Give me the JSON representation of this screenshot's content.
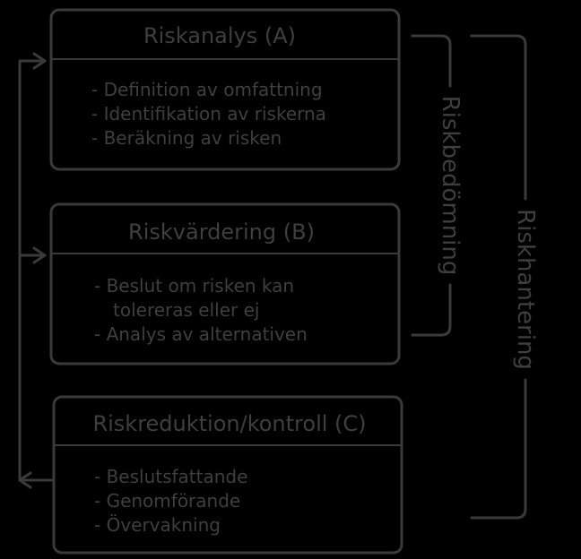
{
  "boxes": {
    "a": {
      "title": "Riskanalys (A)",
      "items": [
        "- Definition av omfattning",
        "- Identifikation av riskerna",
        "- Beräkning av risken"
      ]
    },
    "b": {
      "title": "Riskvärdering (B)",
      "items": [
        "- Beslut om risken kan",
        "tolereras eller ej",
        "- Analys av alternativen"
      ]
    },
    "c": {
      "title": "Riskreduktion/kontroll (C)",
      "items": [
        "- Beslutsfattande",
        "- Genomförande",
        "- Övervakning"
      ]
    }
  },
  "brackets": {
    "inner": "Riskbedömning",
    "outer": "Riskhantering"
  },
  "colors": {
    "background": "#000000",
    "stroke": "#3a3a3a",
    "text": "#3f3f3f"
  }
}
